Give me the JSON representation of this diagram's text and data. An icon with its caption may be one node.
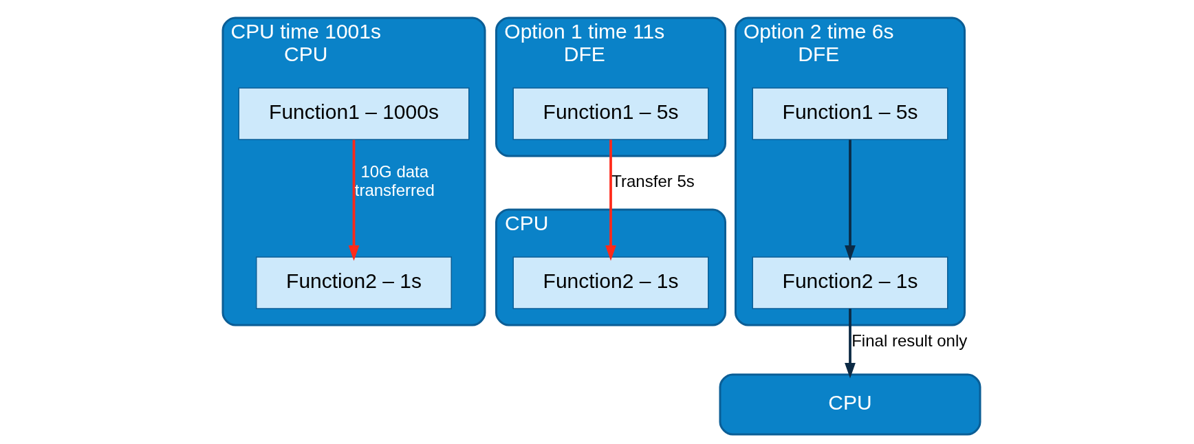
{
  "diagram": {
    "nodes": [
      {
        "text": [
          "CPU time 1001s",
          "CPU"
        ]
      },
      {
        "text": [
          "Function1 – 1000s"
        ],
        "in": 0
      },
      {
        "text": [
          "Function2 – 1s"
        ],
        "in": 0
      },
      {
        "text": [
          "Option 1 time 11s",
          "DFE"
        ]
      },
      {
        "text": [
          "Function1 – 5s"
        ],
        "in": 3
      },
      {
        "text": [
          "CPU"
        ]
      },
      {
        "text": [
          "Function2 – 1s"
        ],
        "in": 5
      },
      {
        "text": [
          "Option 2 time 6s",
          "DFE"
        ]
      },
      {
        "text": [
          "Function1 – 5s"
        ],
        "in": 7
      },
      {
        "text": [
          "Function2 – 1s"
        ],
        "in": 7
      },
      {
        "text": [
          "CPU"
        ]
      }
    ],
    "edges": [
      {
        "from": 1,
        "to": 2,
        "arrow": "to",
        "label": "10G data transferred",
        "color": "#ff2a1a"
      },
      {
        "from": 4,
        "to": 6,
        "arrow": "to",
        "label": "Transfer 5s",
        "color": "#ff2a1a"
      },
      {
        "from": 8,
        "to": 9,
        "arrow": "to",
        "color": "#0b2a45"
      },
      {
        "from": 9,
        "to": 10,
        "arrow": "to",
        "label": "Final result only",
        "color": "#0b2a45"
      }
    ]
  }
}
